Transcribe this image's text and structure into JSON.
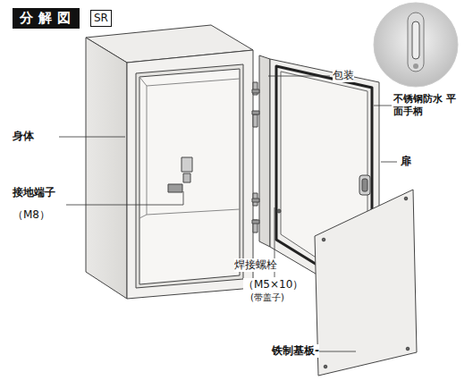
{
  "diagram": {
    "title": "分解図",
    "labels": [
      "SR",
      "身体",
      "接地端子",
      "（M8）",
      "包装",
      "不锈钢防水 平面手柄",
      "扉",
      "焊接螺栓",
      "（M5×10）",
      "(带盖子)",
      "铁制基板-"
    ]
  }
}
